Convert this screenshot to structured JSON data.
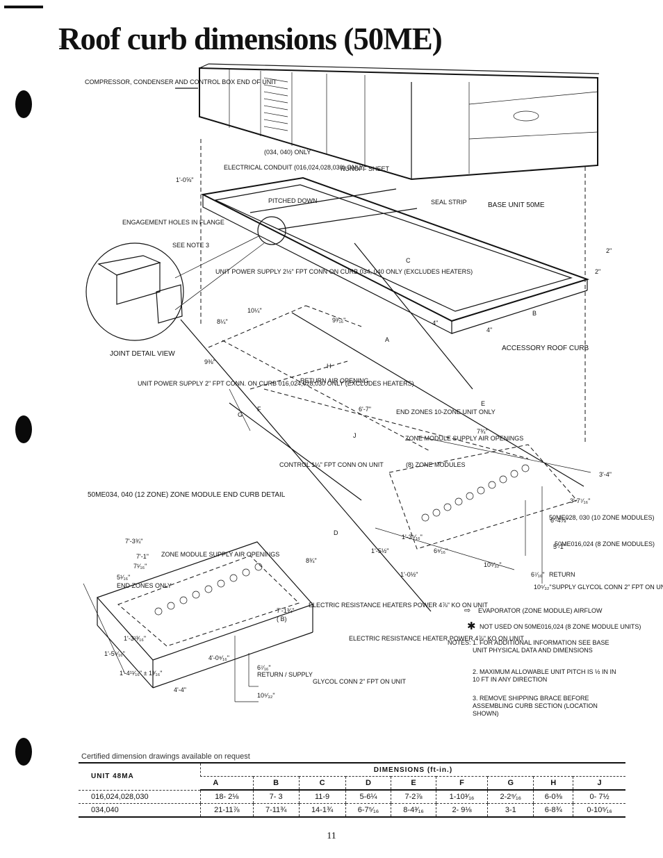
{
  "page": {
    "title": "Roof curb dimensions (50ME)",
    "page_number": "11"
  },
  "labels": {
    "unit_end": "COMPRESSOR, CONDENSER AND CONTROL BOX END OF UNIT",
    "only_034_040": "(034, 040) ONLY",
    "electrical_conduit": "ELECTRICAL CONDUIT (016,024,028,030) ONLY",
    "runoff_sheet": "RUNOFF SHEET",
    "pitched_down": "PITCHED DOWN",
    "seal_strip": "SEAL STRIP",
    "base_unit": "BASE UNIT 50ME",
    "engagement_holes": "ENGAGEMENT HOLES IN FLANGE",
    "see_note_3": "SEE NOTE 3",
    "joint_detail": "JOINT DETAIL VIEW",
    "unit_power_supply_a": "UNIT POWER SUPPLY 2½\" FPT CONN ON CURB 034, 040 ONLY (EXCLUDES HEATERS)",
    "unit_power_supply_b": "UNIT POWER SUPPLY 2\" FPT CONN. ON CURB 016,024,028,030 ONLY (EXCLUDES HEATERS)",
    "accessory_roof_curb": "ACCESSORY ROOF CURB",
    "return_air_opening": "RETURN AIR OPENING",
    "end_zones": "END ZONES 10-ZONE UNIT ONLY",
    "zone_module_supply": "ZONE MODULE SUPPLY AIR OPENINGS",
    "zone_modules_8": "(8) ZONE MODULES",
    "control_conn": "CONTROL 1¼\" FPT CONN ON UNIT",
    "zone_end_detail": "50ME034, 040 (12 ZONE) ZONE MODULE END CURB DETAIL",
    "zone_module_supply_2": "ZONE MODULE SUPPLY AIR OPENINGS",
    "end_zones_only": "END ZONES ONLY",
    "electric_heater_b": "ELECTRIC RESISTANCE HEATERS POWER 4⅞\" KO ON UNIT",
    "electric_heater_c": "ELECTRIC RESISTANCE HEATER POWER 4⅞\" KO ON UNIT",
    "return_supply": "RETURN / SUPPLY",
    "glycol_conn": "GLYCOL CONN 2\" FPT ON UNIT",
    "model_028_030": "50ME028, 030 (10 ZONE MODULES)",
    "model_016_024": "50ME016,024 (8 ZONE MODULES)",
    "return_label": "RETURN",
    "supply_glycol": "SUPPLY GLYCOL CONN 2\" FPT ON UNIT",
    "airflow_legend": "EVAPORATOR (ZONE MODULE) AIRFLOW",
    "not_used": "NOT USED ON 50ME016,024 (8 ZONE MODULE UNITS)"
  },
  "dims_text": {
    "d_1_0_5_8": "1'-0⅝\"",
    "d_2a": "2\"",
    "d_2b": "2\"",
    "d_4a": "4\"",
    "d_4b": "4\"",
    "d_8_1_4": "8¼\"",
    "d_9_3_16": "9³⁄₁₆\"",
    "d_10_1_4": "10¼\"",
    "d_9_3_8": "9⅜\"",
    "d_6_7": "6'-7\"",
    "d_7_3_4": "7¾\"",
    "d_3_4": "3'-4\"",
    "d_3_7_16": "3'-7⁷⁄₁₆\"",
    "d_6_4_7_8": "6'-4⅞\"",
    "d_5_1": "5'-1\"",
    "d_1_3_5_16": "1'-3⁵⁄₁₆\"",
    "d_1_5_1_2": "1'-5½\"",
    "d_6_9_16": "6⁹⁄₁₆\"",
    "d_10_5_32": "10⁵⁄₃₂\"",
    "d_1_0_1_2": "1'-0½\"",
    "d_6_7_16": "6⁷⁄₁₆\"",
    "d_10_5_32b": "10⁵⁄₃₂\"",
    "d_7_3_4b": "7'-3¾\"",
    "d_7_1": "7'-1\"",
    "d_7_1_16": "7¹⁄₁₆\"",
    "d_5_1_16": "5¹⁄₁₆\"",
    "d_8_3_4": "8¾\"",
    "d_7_1_3_4": "7'-1¾\"",
    "d_1_3_13_16": "1'-3¹³⁄₁₆\"",
    "d_1_5_5_16": "1'-5⁵⁄₁₆\"",
    "d_1_4_11_16": "1'-4¹¹⁄₁₆\" ± 1³⁄₁₆\"",
    "d_4_4": "4'-4\"",
    "d_4_0_9_16": "4'-0⁹⁄₁₆\"",
    "d_6_7_16b": "6⁷⁄₁₆\"",
    "d_10_5_32c": "10⁵⁄₃₂\"",
    "letter_a": "A",
    "letter_b": "B",
    "letter_c": "C",
    "letter_d": "D",
    "letter_e": "E",
    "letter_f": "F",
    "letter_g": "G",
    "letter_h": "H",
    "letter_j": "J",
    "paren_b": "( B)"
  },
  "notes": {
    "heading": "NOTES:",
    "items": [
      "1. FOR ADDITIONAL INFORMATION SEE BASE UNIT PHYSICAL DATA AND DIMENSIONS",
      "2. MAXIMUM ALLOWABLE UNIT PITCH IS ½ IN IN 10 FT IN ANY DIRECTION",
      "3. REMOVE SHIPPING BRACE BEFORE ASSEMBLING CURB SECTION (LOCATION SHOWN)"
    ]
  },
  "caption": "Certified dimension drawings available on request",
  "table": {
    "unit_header": "UNIT 48MA",
    "dims_header": "DIMENSIONS (ft-in.)",
    "columns": [
      "A",
      "B",
      "C",
      "D",
      "E",
      "F",
      "G",
      "H",
      "J"
    ],
    "rows": [
      {
        "unit": "016,024,028,030",
        "values": [
          "18- 2⅛",
          "7- 3",
          "11-9",
          "5-6¼",
          "7-2⅞",
          "1-10³⁄₁₆",
          "2-2⁹⁄₁₆",
          "6-0⅜",
          "0- 7½"
        ]
      },
      {
        "unit": "034,040",
        "values": [
          "21-11⅞",
          "7-11¾",
          "14-1¾",
          "6-7⁵⁄₁₆",
          "8-4³⁄₁₆",
          "2- 9⅛",
          "3-1",
          "6-8¾",
          "0-10⁵⁄₁₆"
        ]
      }
    ]
  }
}
